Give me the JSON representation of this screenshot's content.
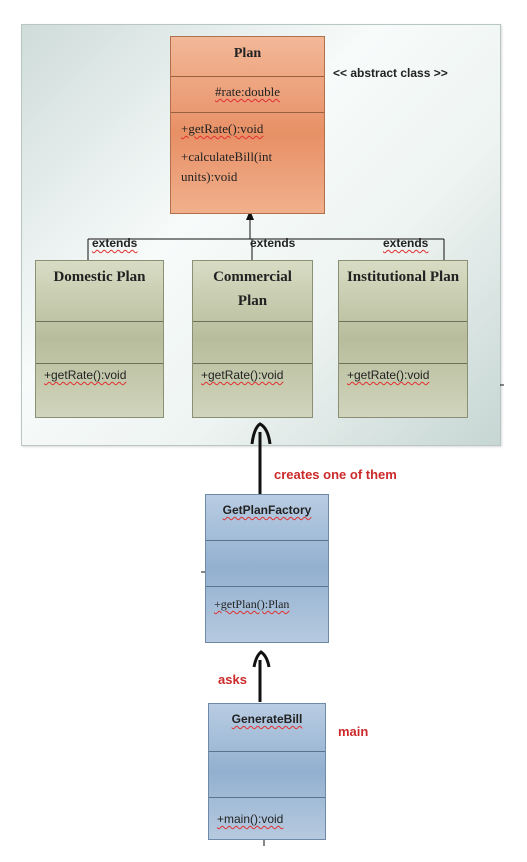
{
  "plan": {
    "name": "Plan",
    "attribute": "#rate:double",
    "method_1": "+getRate():void",
    "method_2": "+calculateBill(int units):void"
  },
  "stereotype": "<< abstract class >>",
  "extends_label": "extends",
  "subclasses": [
    {
      "name": "Domestic Plan",
      "method": "+getRate():void"
    },
    {
      "name": "Commercial Plan",
      "method": "+getRate():void"
    },
    {
      "name": "Institutional Plan",
      "method": "+getRate():void"
    }
  ],
  "factory": {
    "name": "GetPlanFactory",
    "method": "+getPlan():Plan"
  },
  "generate_bill": {
    "name": "GenerateBill",
    "method": "+main():void"
  },
  "annotations": {
    "creates": "creates one of them",
    "asks": "asks",
    "main": "main"
  },
  "colors": {
    "abstract_class": "#e89066",
    "subclass": "#b7bd9c",
    "client_class": "#93b0d0",
    "annotation_text": "#cc2a2a"
  }
}
